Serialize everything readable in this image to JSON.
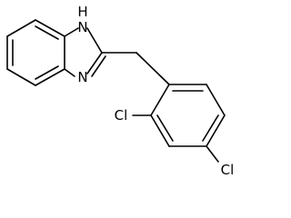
{
  "molecule": {
    "atoms": {
      "nh": "H",
      "n_imidazole": "N",
      "n_amine": "N",
      "cl_ortho": "Cl",
      "cl_para": "Cl"
    }
  }
}
